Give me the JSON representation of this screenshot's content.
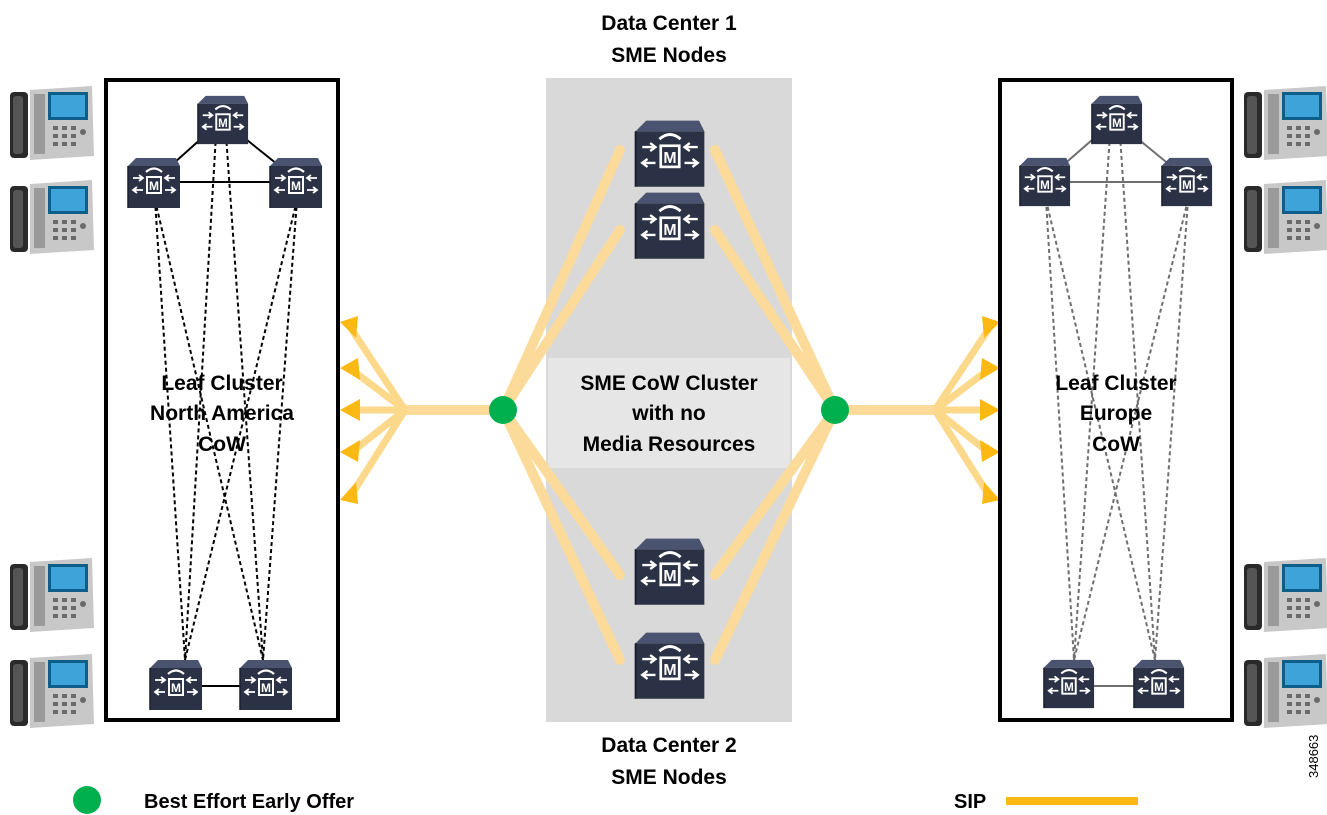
{
  "header": {
    "dc1_line1": "Data Center 1",
    "dc1_line2": "SME Nodes",
    "dc2_line1": "Data Center 2",
    "dc2_line2": "SME Nodes"
  },
  "left_cluster": {
    "line1": "Leaf Cluster",
    "line2": "North America",
    "line3": "CoW"
  },
  "right_cluster": {
    "line1": "Leaf Cluster",
    "line2": "Europe",
    "line3": "CoW"
  },
  "center_cluster": {
    "line1": "SME CoW Cluster",
    "line2": "with no",
    "line3": "Media Resources"
  },
  "legend": {
    "early_offer_label": "Best Effort Early Offer",
    "sip_label": "SIP"
  },
  "figure_id": "348663",
  "colors": {
    "sip": "#FDB913",
    "sip_light": "#FCDB9A",
    "early_offer_dot": "#00B04F",
    "band": "#D9D9D9",
    "server": "#2B3245",
    "box_border": "#000000"
  },
  "icons": {
    "server": "call-manager-server-icon",
    "phone": "ip-phone-icon"
  }
}
